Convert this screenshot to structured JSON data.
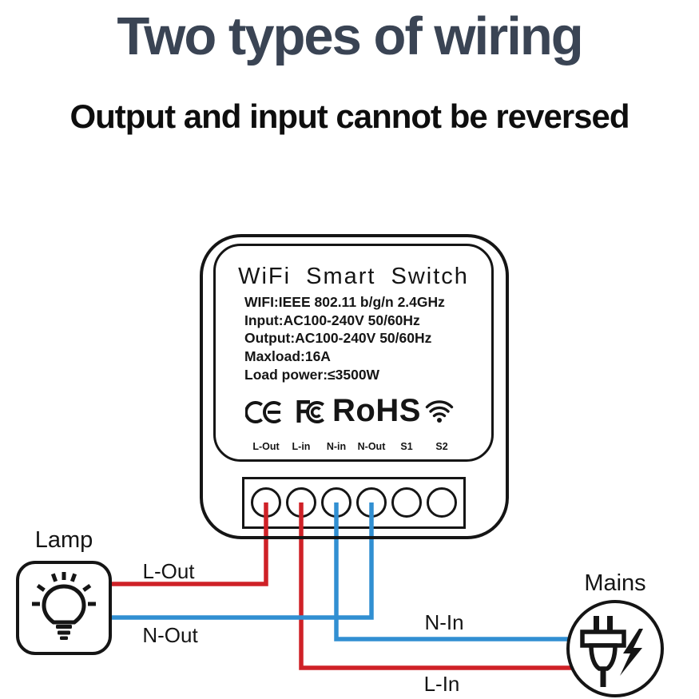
{
  "title": "Two types of wiring",
  "subtitle": "Output and input cannot be reversed",
  "switch": {
    "title": "WiFi  Smart  Switch",
    "specs": [
      "WIFI:IEEE 802.11 b/g/n 2.4GHz",
      "Input:AC100-240V 50/60Hz",
      "Output:AC100-240V 50/60Hz",
      "Maxload:16A",
      "Load power:≤3500W"
    ],
    "certifications": {
      "ce": "CE",
      "fcc": "FCC",
      "rohs": "RoHS",
      "wifi": "wifi-signal-icon"
    },
    "terminals": [
      "L-Out",
      "L-in",
      "N-in",
      "N-Out",
      "S1",
      "S2"
    ]
  },
  "devices": {
    "lamp": "Lamp",
    "mains": "Mains"
  },
  "wire_labels": {
    "l_out": "L-Out",
    "n_out": "N-Out",
    "n_in": "N-In",
    "l_in": "L-In"
  },
  "wires": [
    {
      "terminal": "L-Out",
      "to": "Lamp",
      "label": "L-Out",
      "color": "#cf2127"
    },
    {
      "terminal": "L-in",
      "to": "Mains",
      "label": "L-In",
      "color": "#cf2127"
    },
    {
      "terminal": "N-in",
      "to": "Mains",
      "label": "N-In",
      "color": "#318fd2"
    },
    {
      "terminal": "N-Out",
      "to": "Lamp",
      "label": "N-Out",
      "color": "#318fd2"
    }
  ],
  "colors": {
    "title": "#3a4454",
    "wire_live": "#cf2127",
    "wire_neutral": "#318fd2",
    "outline": "#151515"
  }
}
